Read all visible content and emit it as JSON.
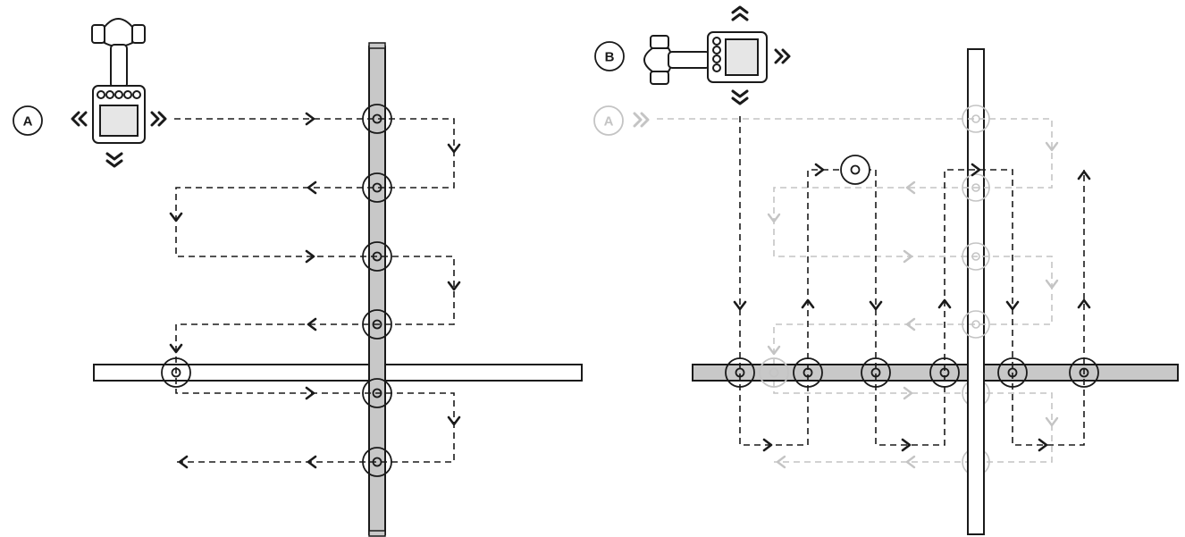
{
  "panel_left": {
    "label": "A"
  },
  "panel_right": {
    "label": "B",
    "ghost_label": "A"
  },
  "colors": {
    "ink": "#1a1a1a",
    "pipe_fill": "#c8c8c8",
    "ghost": "#c4c4c4",
    "paper": "#ffffff"
  },
  "icons": {
    "locator": "locator-device-icon",
    "direction": "double-chevron-icon",
    "path_arrow": "path-arrow-icon",
    "marker": "target-marker-icon"
  }
}
